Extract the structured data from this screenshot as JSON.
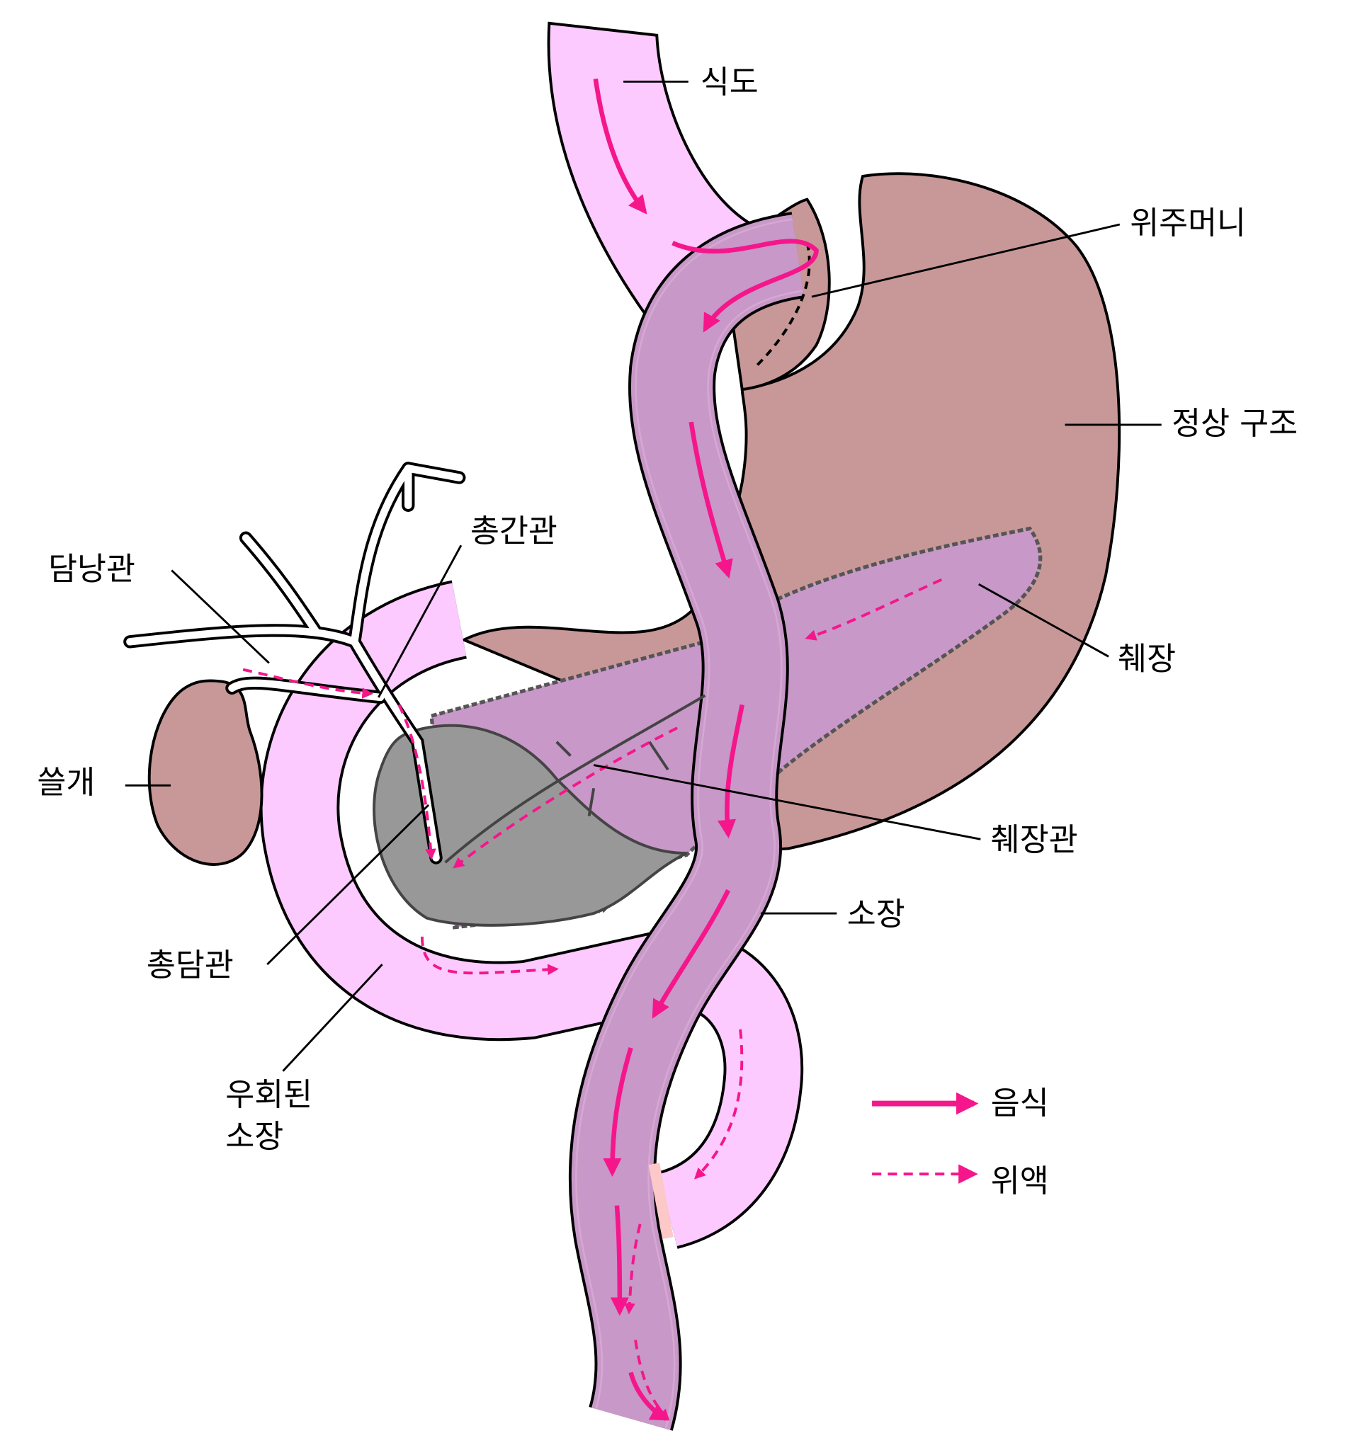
{
  "labels": {
    "esophagus": "식도",
    "gastric_pouch": "위주머니",
    "normal_structure": "정상 구조",
    "pancreas": "췌장",
    "pancreatic_duct": "췌장관",
    "small_intestine": "소장",
    "common_hepatic_duct": "총간관",
    "cystic_duct": "담낭관",
    "gallbladder": "쓸개",
    "common_bile_duct": "총담관",
    "bypassed_small_intestine_line1": "우회된",
    "bypassed_small_intestine_line2": "소장"
  },
  "legend": {
    "food": "음식",
    "gastric_juice": "위액"
  },
  "colors": {
    "esophagus_and_bypassed_loop": "#fccaff",
    "stomach_and_gallbladder": "#c89898",
    "jejunum_and_pancreas": "#c898c8",
    "pancreas_head": "#989898",
    "arrow": "#f5168c"
  }
}
